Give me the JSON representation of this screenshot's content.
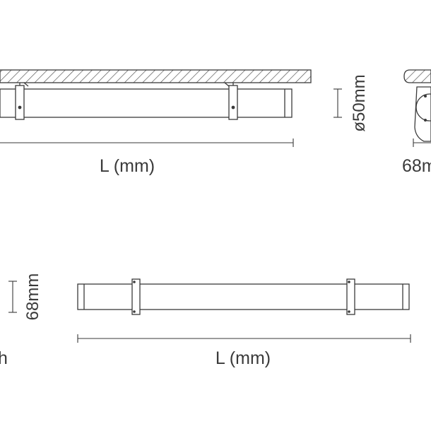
{
  "colors": {
    "line": "#3a3a3a",
    "hatch": "#4a4a4a",
    "text": "#3a3a3a",
    "background": "#ffffff"
  },
  "labels": {
    "top_length": "L (mm)",
    "top_diameter": "ø50mm",
    "side_depth": "68m",
    "bottom_height": "68mm",
    "bottom_length": "L (mm)",
    "bottom_left_fragment": "h"
  }
}
